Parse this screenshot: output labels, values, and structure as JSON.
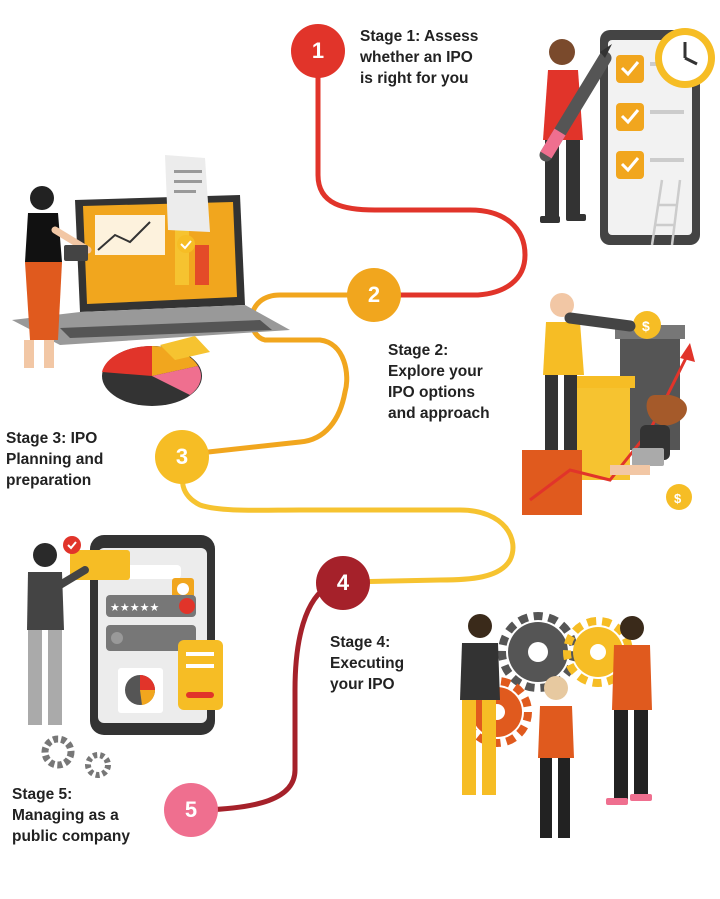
{
  "colors": {
    "stage1": "#e1342a",
    "stage2": "#f1a61e",
    "stage3": "#f6bd25",
    "stage4": "#a5212a",
    "stage5": "#ef6f8f",
    "path_red": "#e1342a",
    "path_orange": "#f1a61e",
    "path_yellow": "#f6c330",
    "path_dark_red": "#a5212a"
  },
  "stages": [
    {
      "number": "1",
      "label": "Stage 1: Assess\nwhether an IPO\nis right for you"
    },
    {
      "number": "2",
      "label": "Stage 2:\nExplore your\nIPO options\nand approach"
    },
    {
      "number": "3",
      "label": "Stage 3: IPO\nPlanning and\npreparation"
    },
    {
      "number": "4",
      "label": "Stage 4:\nExecuting\nyour IPO"
    },
    {
      "number": "5",
      "label": "Stage 5:\nManaging as a\npublic company"
    }
  ],
  "illustrations": [
    {
      "icon": "checklist-tablet-icon"
    },
    {
      "icon": "laptop-chart-icon"
    },
    {
      "icon": "growth-chart-icon"
    },
    {
      "icon": "mobile-dashboard-icon"
    },
    {
      "icon": "team-gears-icon"
    }
  ]
}
